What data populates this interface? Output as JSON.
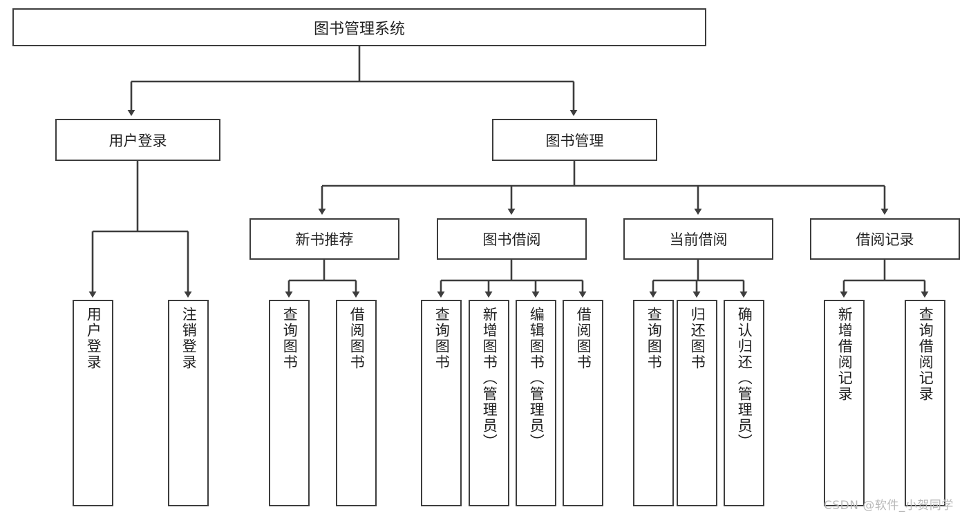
{
  "diagram": {
    "title": "图书管理系统",
    "type": "tree-hierarchy",
    "watermark": "CSDN @软件_小贺同学",
    "colors": {
      "stroke": "#3d3d3d",
      "fill": "#ffffff",
      "text": "#222222",
      "watermark": "#b9b9b9"
    },
    "nodes": {
      "root": {
        "label": "图书管理系统"
      },
      "level1": [
        {
          "id": "user-login",
          "label": "用户登录"
        },
        {
          "id": "book-manage",
          "label": "图书管理"
        }
      ],
      "level2": [
        {
          "id": "new-book-rec",
          "label": "新书推荐"
        },
        {
          "id": "book-borrow",
          "label": "图书借阅"
        },
        {
          "id": "current-borrow",
          "label": "当前借阅"
        },
        {
          "id": "borrow-record",
          "label": "借阅记录"
        }
      ],
      "leaves": {
        "user_login": [
          {
            "id": "leaf-user-login",
            "label": "用户登录"
          },
          {
            "id": "leaf-logout",
            "label": "注销登录"
          }
        ],
        "new_book_rec": [
          {
            "id": "leaf-query-book-1",
            "label": "查询图书"
          },
          {
            "id": "leaf-borrow-book-1",
            "label": "借阅图书"
          }
        ],
        "book_borrow": [
          {
            "id": "leaf-query-book-2",
            "label": "查询图书"
          },
          {
            "id": "leaf-add-book",
            "label": "新增图书（管理员）"
          },
          {
            "id": "leaf-edit-book",
            "label": "编辑图书（管理员）"
          },
          {
            "id": "leaf-borrow-book-2",
            "label": "借阅图书"
          }
        ],
        "current_borrow": [
          {
            "id": "leaf-query-book-3",
            "label": "查询图书"
          },
          {
            "id": "leaf-return-book",
            "label": "归还图书"
          },
          {
            "id": "leaf-confirm-return",
            "label": "确认归还（管理员）"
          }
        ],
        "borrow_record": [
          {
            "id": "leaf-add-record",
            "label": "新增借阅记录"
          },
          {
            "id": "leaf-query-record",
            "label": "查询借阅记录"
          }
        ]
      }
    }
  }
}
